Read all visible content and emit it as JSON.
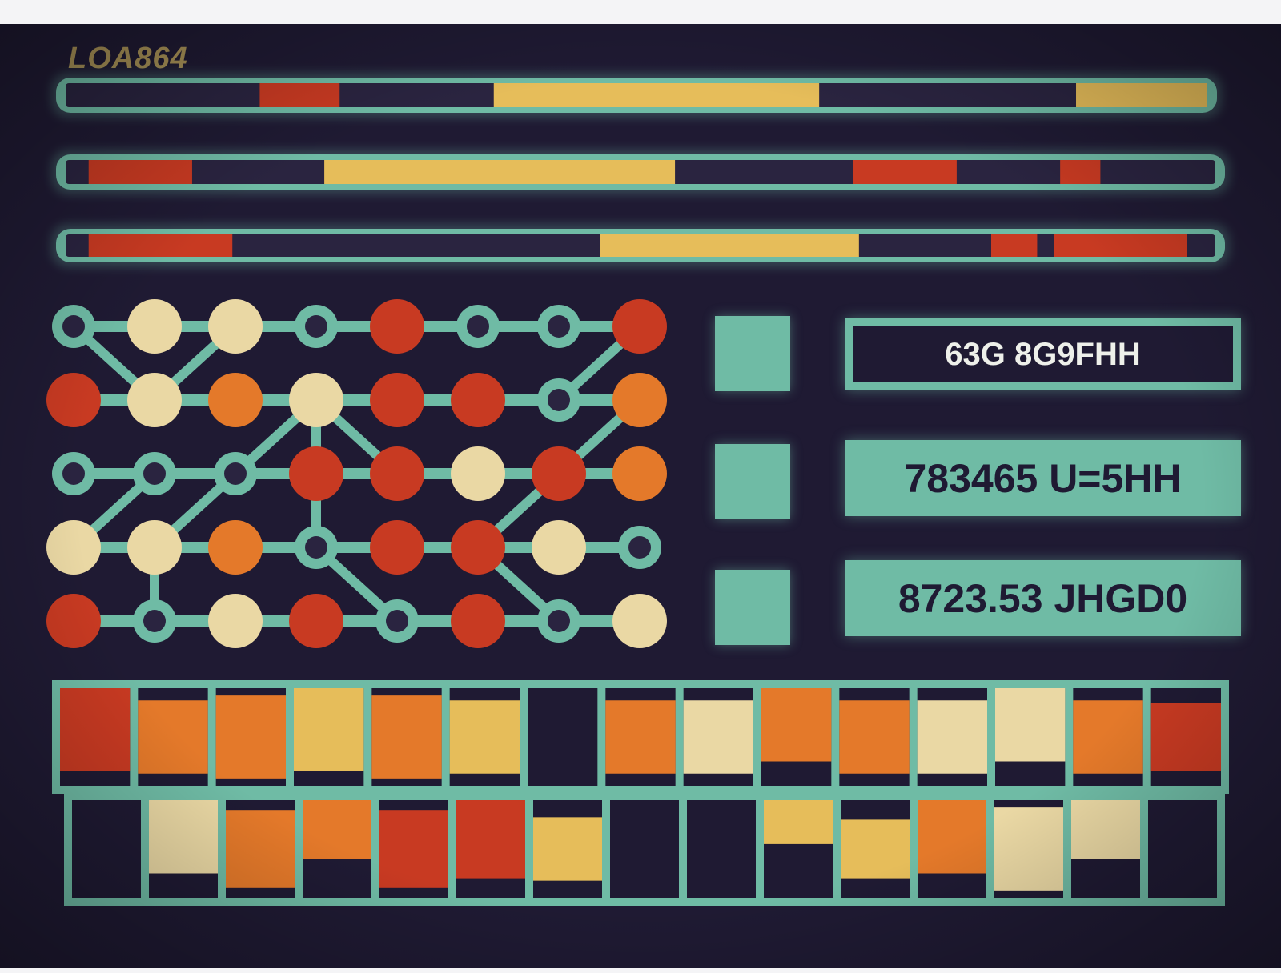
{
  "display": {
    "code_label": "LOA864",
    "readouts": [
      "63G  8G9FHH",
      "783465 U=5HH",
      "8723.53 JHGD0"
    ]
  },
  "colors": {
    "background": "#1f1a33",
    "teal": "#6fbba5",
    "red": "#c83a22",
    "orange": "#e4792a",
    "yellow": "#e6bd5a",
    "cream": "#ead8a4",
    "dark": "#1f1a33",
    "hole": "#2a2440"
  },
  "tracks": [
    {
      "name": "track-1",
      "segments": [
        {
          "from": 0.17,
          "to": 0.24,
          "color": "red"
        },
        {
          "from": 0.375,
          "to": 0.66,
          "color": "yellow"
        },
        {
          "from": 0.885,
          "to": 1.0,
          "color": "yellow"
        }
      ]
    },
    {
      "name": "track-2",
      "segments": [
        {
          "from": 0.02,
          "to": 0.11,
          "color": "red"
        },
        {
          "from": 0.225,
          "to": 0.53,
          "color": "yellow"
        },
        {
          "from": 0.685,
          "to": 0.775,
          "color": "red"
        },
        {
          "from": 0.865,
          "to": 0.9,
          "color": "red"
        }
      ]
    },
    {
      "name": "track-3",
      "segments": [
        {
          "from": 0.02,
          "to": 0.145,
          "color": "red"
        },
        {
          "from": 0.465,
          "to": 0.69,
          "color": "yellow"
        },
        {
          "from": 0.805,
          "to": 0.845,
          "color": "red"
        },
        {
          "from": 0.86,
          "to": 0.975,
          "color": "red"
        }
      ]
    }
  ],
  "node_grid": [
    [
      "hole",
      "cream",
      "cream",
      "hole",
      "red",
      "hole",
      "hole",
      "red"
    ],
    [
      "red",
      "cream",
      "orange",
      "cream",
      "red",
      "red",
      "hole",
      "orange"
    ],
    [
      "hole",
      "hole",
      "hole",
      "red",
      "red",
      "cream",
      "red",
      "orange"
    ],
    [
      "cream",
      "cream",
      "orange",
      "hole",
      "red",
      "red",
      "cream",
      "hole"
    ],
    [
      "red",
      "hole",
      "cream",
      "red",
      "hole",
      "red",
      "hole",
      "cream"
    ]
  ],
  "node_links": [
    [
      0,
      0,
      1,
      1
    ],
    [
      2,
      0,
      1,
      1
    ],
    [
      3,
      1,
      2,
      2
    ],
    [
      3,
      1,
      4,
      2
    ],
    [
      3,
      1,
      3,
      2
    ],
    [
      7,
      1,
      6,
      2
    ],
    [
      2,
      2,
      1,
      3
    ],
    [
      1,
      2,
      0,
      3
    ],
    [
      3,
      2,
      3,
      3
    ],
    [
      6,
      2,
      5,
      3
    ],
    [
      3,
      3,
      4,
      4
    ],
    [
      1,
      3,
      1,
      4
    ],
    [
      5,
      3,
      6,
      4
    ],
    [
      7,
      0,
      6,
      1
    ]
  ],
  "cell_rows": [
    [
      {
        "color": "red",
        "fill": 0.85
      },
      {
        "color": "orange",
        "fill": 0.75
      },
      {
        "color": "orange",
        "fill": 0.85
      },
      {
        "color": "yellow",
        "fill": 0.85
      },
      {
        "color": "orange",
        "fill": 0.85
      },
      {
        "color": "yellow",
        "fill": 0.75
      },
      {
        "color": "none",
        "fill": 0.0
      },
      {
        "color": "orange",
        "fill": 0.75
      },
      {
        "color": "cream",
        "fill": 0.75
      },
      {
        "color": "orange",
        "fill": 0.75
      },
      {
        "color": "orange",
        "fill": 0.75
      },
      {
        "color": "cream",
        "fill": 0.75
      },
      {
        "color": "cream",
        "fill": 0.75
      },
      {
        "color": "orange",
        "fill": 0.75
      },
      {
        "color": "red",
        "fill": 0.7
      }
    ],
    [
      {
        "color": "none",
        "fill": 0.0
      },
      {
        "color": "cream",
        "fill": 0.75
      },
      {
        "color": "orange",
        "fill": 0.8
      },
      {
        "color": "orange",
        "fill": 0.6
      },
      {
        "color": "red",
        "fill": 0.8
      },
      {
        "color": "red",
        "fill": 0.8
      },
      {
        "color": "yellow",
        "fill": 0.65
      },
      {
        "color": "none",
        "fill": 0.0
      },
      {
        "color": "none",
        "fill": 0.0
      },
      {
        "color": "yellow",
        "fill": 0.45
      },
      {
        "color": "yellow",
        "fill": 0.6
      },
      {
        "color": "orange",
        "fill": 0.75
      },
      {
        "color": "cream",
        "fill": 0.85
      },
      {
        "color": "cream",
        "fill": 0.6
      },
      {
        "color": "none",
        "fill": 0.0
      }
    ]
  ]
}
